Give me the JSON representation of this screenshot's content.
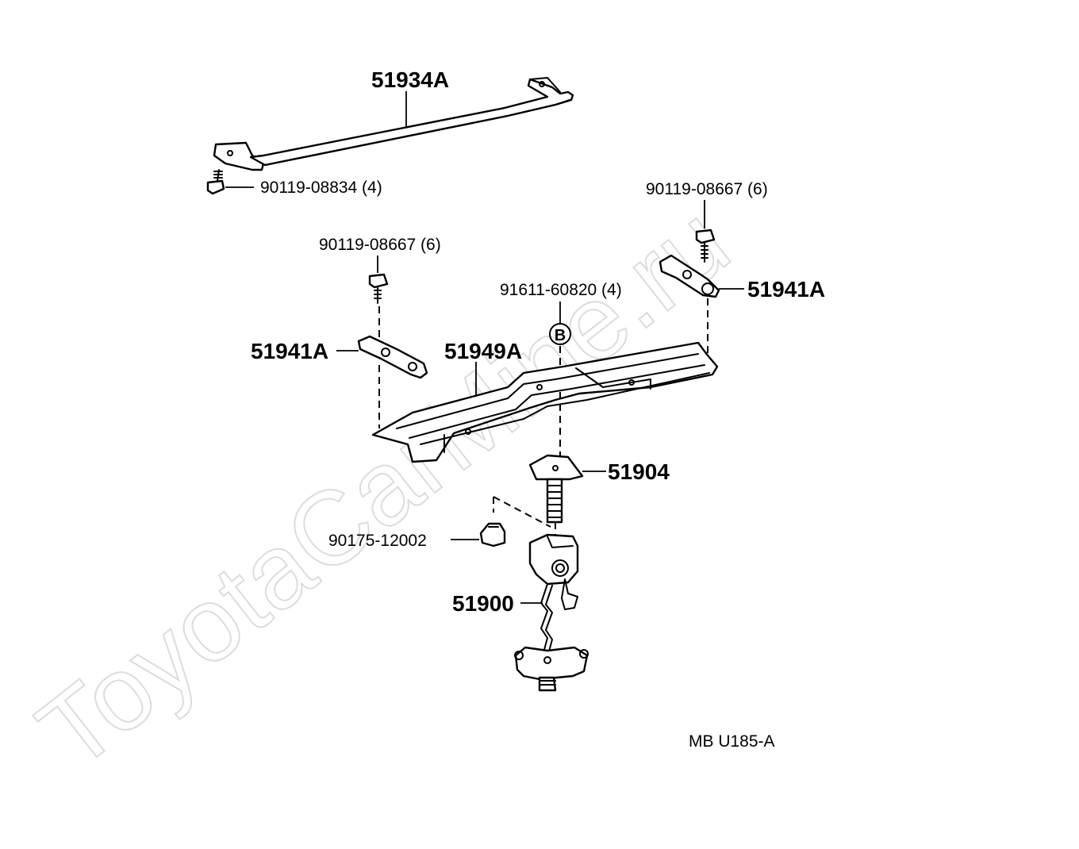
{
  "watermark": "ToyotaCarMine.ru",
  "labels": {
    "p51934A": "51934A",
    "bolt_08834": "90119-08834 (4)",
    "bolt_08667_right": "90119-08667 (6)",
    "bolt_08667_left": "90119-08667 (6)",
    "p91611": "91611-60820 (4)",
    "callout_b": "B",
    "p51941A_right": "51941A",
    "p51941A_left": "51941A",
    "p51949A": "51949A",
    "p51904": "51904",
    "p90175": "90175-12002",
    "p51900": "51900",
    "diagram_code": "MB  U185-A"
  }
}
